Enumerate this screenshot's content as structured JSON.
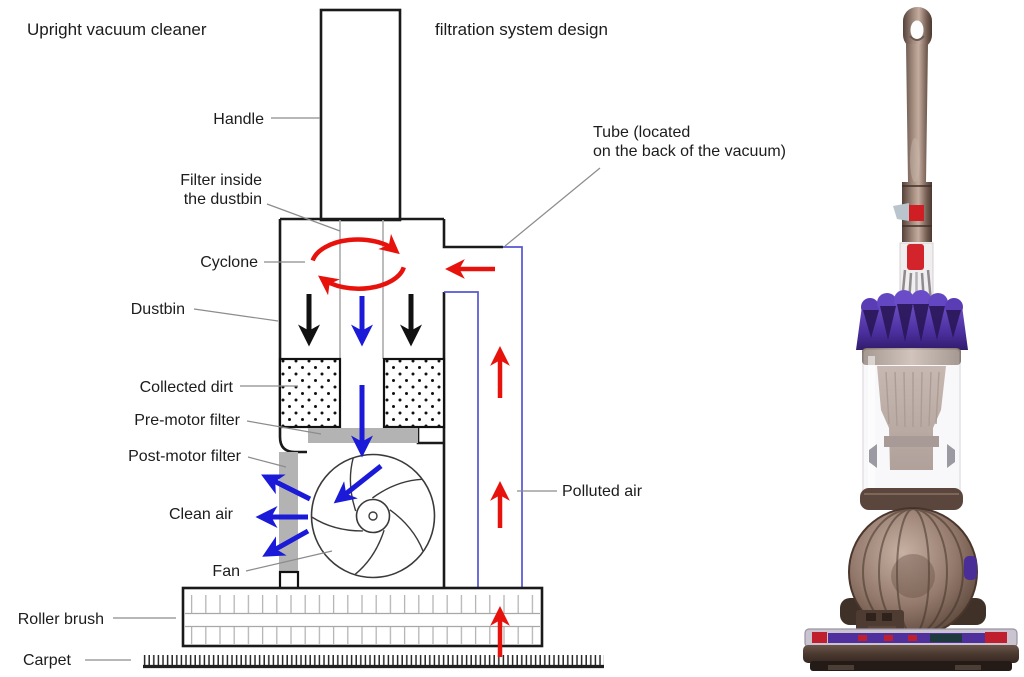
{
  "titles": {
    "left": "Upright vacuum cleaner",
    "right": "filtration system design"
  },
  "labels": {
    "handle": "Handle",
    "filter_inside": {
      "line1": "Filter inside",
      "line2": "the dustbin"
    },
    "cyclone": "Cyclone",
    "dustbin": "Dustbin",
    "collected_dirt": "Collected dirt",
    "pre_motor_filter": "Pre-motor filter",
    "post_motor_filter": "Post-motor filter",
    "clean_air": "Clean air",
    "fan": "Fan",
    "roller_brush": "Roller brush",
    "carpet": "Carpet",
    "tube": {
      "line1": "Tube (located",
      "line2": "on the back of the vacuum)"
    },
    "polluted_air": "Polluted air"
  },
  "colors": {
    "outline_black": "#1a1a1a",
    "arrow_red": "#e8120c",
    "arrow_blue": "#1a1ad8",
    "arrow_black": "#111111",
    "tube_line_blue": "#5555d4",
    "filter_gray": "#b3b3b3",
    "leader_gray": "#8c8c8c",
    "vacuum_purple": "#4b2f9e",
    "vacuum_taupe": "#8a7265"
  },
  "photo": {
    "subject": "Upright ball vacuum cleaner product photo"
  }
}
